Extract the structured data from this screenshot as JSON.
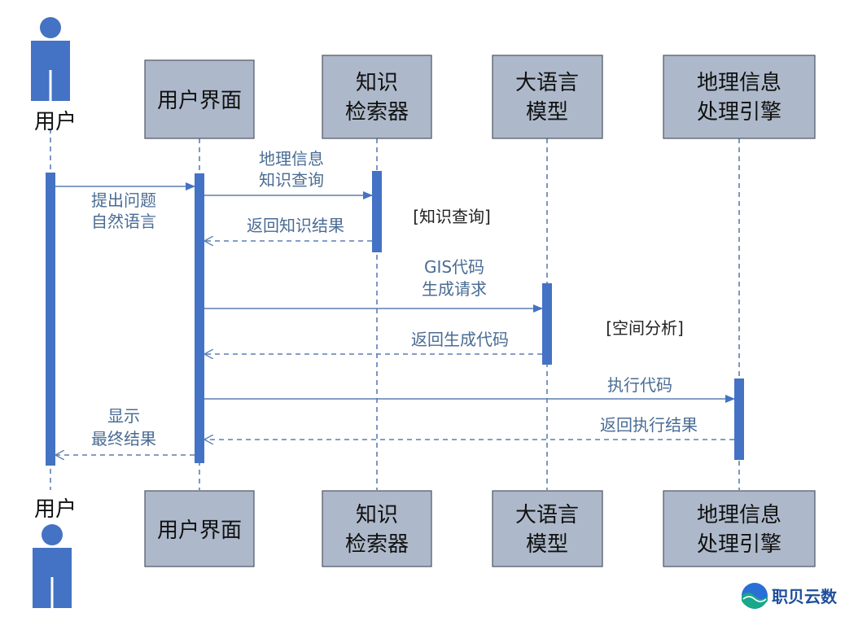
{
  "actor": {
    "label_top": "用户",
    "label_bottom": "用户"
  },
  "participants": {
    "ui": [
      "用户界面"
    ],
    "retriever": [
      "知识",
      "检索器"
    ],
    "llm": [
      "大语言",
      "模型"
    ],
    "gis": [
      "地理信息",
      "处理引擎"
    ]
  },
  "messages": {
    "m1": [
      "提出问题",
      "自然语言"
    ],
    "m2": [
      "地理信息",
      "知识查询"
    ],
    "m3": [
      "返回知识结果"
    ],
    "m4": [
      "GIS代码",
      "生成请求"
    ],
    "m5": [
      "返回生成代码"
    ],
    "m6": [
      "执行代码"
    ],
    "m7": [
      "返回执行结果"
    ],
    "m8": [
      "显示",
      "最终结果"
    ]
  },
  "notes": {
    "n1": "[知识查询]",
    "n2": "[空间分析]"
  },
  "watermark": {
    "text": "职贝云数"
  },
  "colors": {
    "box": "#adb9ca",
    "activation": "#4472c4",
    "arrow": "#5b7fb4",
    "message_text": "#4a6c94"
  }
}
